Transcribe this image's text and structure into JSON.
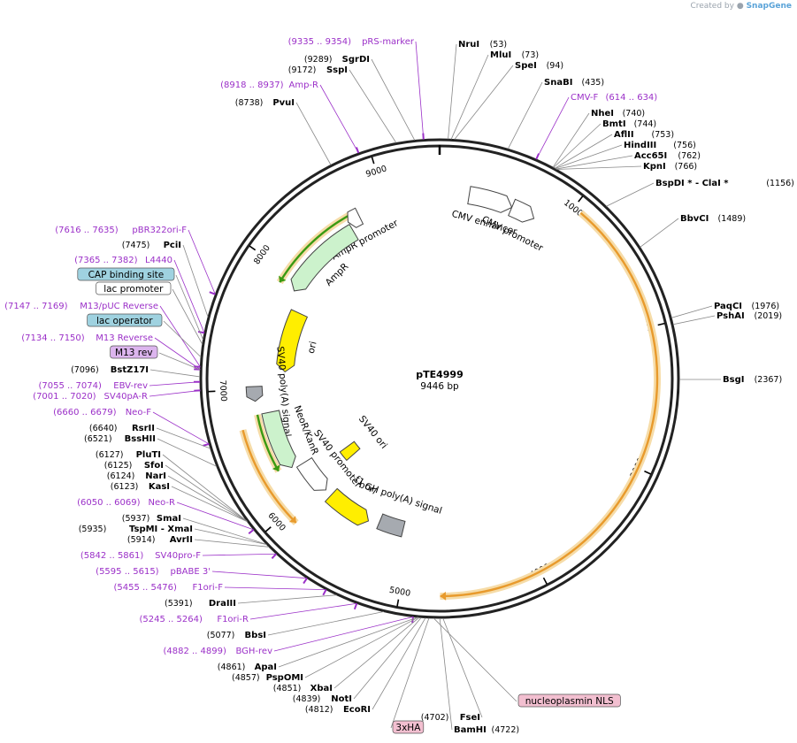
{
  "credit": {
    "prefix": "Created by",
    "brand": "SnapGene"
  },
  "plasmid": {
    "name": "pTE4999",
    "length_label": "9446 bp",
    "length": 9446
  },
  "scale_ticks": [
    {
      "value": 1000,
      "label": "1000"
    },
    {
      "value": 2000,
      "label": "2000"
    },
    {
      "value": 3000,
      "label": "3000"
    },
    {
      "value": 4000,
      "label": "4000"
    },
    {
      "value": 5000,
      "label": "5000"
    },
    {
      "value": 6000,
      "label": "6000"
    },
    {
      "value": 7000,
      "label": "7000"
    },
    {
      "value": 8000,
      "label": "8000"
    },
    {
      "value": 9000,
      "label": "9000"
    }
  ],
  "features": [
    {
      "name": "AmpR promoter",
      "label": "AmpR promoter",
      "kind": "promoter",
      "start": 8650,
      "end": 8755,
      "direction": -1,
      "color": "#ffffff"
    },
    {
      "name": "AmpR",
      "label": "AmpR",
      "kind": "cds",
      "start": 7900,
      "end": 8650,
      "direction": -1,
      "color": "#ccf2cc"
    },
    {
      "name": "ori",
      "label": "ori",
      "kind": "ori",
      "start": 7150,
      "end": 7740,
      "direction": -1,
      "color": "#ffee00"
    },
    {
      "name": "SV40 poly(A) signal",
      "label": "SV40 poly(A) signal",
      "kind": "polya",
      "start": 6900,
      "end": 7020,
      "direction": -1,
      "color": "#a6aab0"
    },
    {
      "name": "NeoR/KanR",
      "label": "NeoR/KanR",
      "kind": "cds",
      "start": 6270,
      "end": 6790,
      "direction": -1,
      "color": "#ccf2cc"
    },
    {
      "name": "SV40 promoter",
      "label": "SV40 promoter",
      "kind": "promoter",
      "start": 5920,
      "end": 6250,
      "direction": -1,
      "color": "#ffffff"
    },
    {
      "name": "SV40 ori",
      "label": "SV40 ori",
      "kind": "ori",
      "start": 6000,
      "end": 6130,
      "direction": 0,
      "color": "#ffee00"
    },
    {
      "name": "f1 ori",
      "label": "f1 ori",
      "kind": "ori",
      "start": 5420,
      "end": 5850,
      "direction": -1,
      "color": "#ffee00"
    },
    {
      "name": "bGH poly(A) signal",
      "label": "bGH poly(A) signal",
      "kind": "polya",
      "start": 5080,
      "end": 5320,
      "direction": 0,
      "color": "#a6aab0"
    },
    {
      "name": "CMV enhancer",
      "label": "CMV enhancer",
      "kind": "enhancer",
      "start": 240,
      "end": 600,
      "direction": 1,
      "color": "#ffffff"
    },
    {
      "name": "CMV promoter",
      "label": "CMV promoter",
      "kind": "promoter",
      "start": 600,
      "end": 800,
      "direction": 1,
      "color": "#ffffff"
    }
  ],
  "orfs": [
    {
      "name": "orf-main",
      "start": 1060,
      "end": 4720,
      "direction": 1,
      "color": "#e89a2c"
    },
    {
      "name": "orf-ampr",
      "start": 7900,
      "end": 8750,
      "direction": -1,
      "color": "#3a9a12"
    },
    {
      "name": "orf-neor",
      "start": 6300,
      "end": 6790,
      "direction": -1,
      "color": "#3a9a12"
    },
    {
      "name": "orf-neo-sv",
      "start": 5900,
      "end": 6700,
      "direction": -1,
      "color": "#e89a2c"
    }
  ],
  "left_labels": [
    {
      "kind": "primer",
      "pos": "(9335 .. 9354)",
      "name": "pRS-marker",
      "site": 9345
    },
    {
      "kind": "site",
      "pos": "(9289)",
      "name": "SgrDI",
      "site": 9289
    },
    {
      "kind": "site",
      "pos": "(9172)",
      "name": "SspI",
      "site": 9172
    },
    {
      "kind": "primer",
      "pos": "(8918 .. 8937)",
      "name": "Amp-R",
      "site": 8927
    },
    {
      "kind": "site",
      "pos": "(8738)",
      "name": "PvuI",
      "site": 8738
    },
    {
      "kind": "primer",
      "pos": "(7616 .. 7635)",
      "name": "pBR322ori-F",
      "site": 7625
    },
    {
      "kind": "site",
      "pos": "(7475)",
      "name": "PciI",
      "site": 7475
    },
    {
      "kind": "primer",
      "pos": "(7365 .. 7382)",
      "name": "L4440",
      "site": 7373
    },
    {
      "kind": "box",
      "name": "CAP binding site",
      "color": "#9fd2e0",
      "site": 7330
    },
    {
      "kind": "box",
      "name": "lac promoter",
      "color": "#ffffff",
      "site": 7300
    },
    {
      "kind": "primer",
      "pos": "(7147 .. 7169)",
      "name": "M13/pUC Reverse",
      "site": 7158
    },
    {
      "kind": "box",
      "name": "lac operator",
      "color": "#9fd2e0",
      "site": 7220
    },
    {
      "kind": "primer",
      "pos": "(7134 .. 7150)",
      "name": "M13 Reverse",
      "site": 7142
    },
    {
      "kind": "box",
      "name": "M13 rev",
      "color": "#dcb5ee",
      "site": 7140
    },
    {
      "kind": "site",
      "pos": "(7096)",
      "name": "BstZ17I",
      "site": 7096
    },
    {
      "kind": "primer",
      "pos": "(7055 .. 7074)",
      "name": "EBV-rev",
      "site": 7064
    },
    {
      "kind": "primer",
      "pos": "(7001 .. 7020)",
      "name": "SV40pA-R",
      "site": 7010
    },
    {
      "kind": "primer",
      "pos": "(6660 .. 6679)",
      "name": "Neo-F",
      "site": 6669
    },
    {
      "kind": "site",
      "pos": "(6640)",
      "name": "RsrII",
      "site": 6640
    },
    {
      "kind": "site",
      "pos": "(6521)",
      "name": "BssHII",
      "site": 6521
    },
    {
      "kind": "site",
      "pos": "(6127)",
      "name": "PluTI",
      "site": 6127
    },
    {
      "kind": "site",
      "pos": "(6125)",
      "name": "SfoI",
      "site": 6125
    },
    {
      "kind": "site",
      "pos": "(6124)",
      "name": "NarI",
      "site": 6124
    },
    {
      "kind": "site",
      "pos": "(6123)",
      "name": "KasI",
      "site": 6123
    },
    {
      "kind": "primer",
      "pos": "(6050 .. 6069)",
      "name": "Neo-R",
      "site": 6059
    },
    {
      "kind": "site",
      "pos": "(5937)",
      "name": "SmaI",
      "site": 5937
    },
    {
      "kind": "site",
      "pos": "(5935)",
      "name": "TspMI  - XmaI",
      "site": 5935
    },
    {
      "kind": "site",
      "pos": "(5914)",
      "name": "AvrII",
      "site": 5914
    },
    {
      "kind": "primer",
      "pos": "(5842 .. 5861)",
      "name": "SV40pro-F",
      "site": 5851
    },
    {
      "kind": "primer",
      "pos": "(5595 .. 5615)",
      "name": "pBABE 3'",
      "site": 5605
    },
    {
      "kind": "primer",
      "pos": "(5455 .. 5476)",
      "name": "F1ori-F",
      "site": 5465
    },
    {
      "kind": "site",
      "pos": "(5391)",
      "name": "DraIII",
      "site": 5391
    },
    {
      "kind": "primer",
      "pos": "(5245 .. 5264)",
      "name": "F1ori-R",
      "site": 5254
    },
    {
      "kind": "site",
      "pos": "(5077)",
      "name": "BbsI",
      "site": 5077
    },
    {
      "kind": "primer",
      "pos": "(4882 .. 4899)",
      "name": "BGH-rev",
      "site": 4890
    },
    {
      "kind": "site",
      "pos": "(4861)",
      "name": "ApaI",
      "site": 4861
    },
    {
      "kind": "site",
      "pos": "(4857)",
      "name": "PspOMI",
      "site": 4857
    },
    {
      "kind": "site",
      "pos": "(4851)",
      "name": "XbaI",
      "site": 4851
    },
    {
      "kind": "site",
      "pos": "(4839)",
      "name": "NotI",
      "site": 4839
    },
    {
      "kind": "site",
      "pos": "(4812)",
      "name": "EcoRI",
      "site": 4812
    }
  ],
  "right_labels": [
    {
      "kind": "site",
      "name": "NruI",
      "pos": "(53)",
      "site": 53
    },
    {
      "kind": "site",
      "name": "MluI",
      "pos": "(73)",
      "site": 73
    },
    {
      "kind": "site",
      "name": "SpeI",
      "pos": "(94)",
      "site": 94
    },
    {
      "kind": "site",
      "name": "SnaBI",
      "pos": "(435)",
      "site": 435
    },
    {
      "kind": "primer",
      "name": "CMV-F",
      "pos": "(614 .. 634)",
      "site": 624
    },
    {
      "kind": "site",
      "name": "NheI",
      "pos": "(740)",
      "site": 740
    },
    {
      "kind": "site",
      "name": "BmtI",
      "pos": "(744)",
      "site": 744
    },
    {
      "kind": "site",
      "name": "AflII",
      "pos": "(753)",
      "site": 753
    },
    {
      "kind": "site",
      "name": "HindIII",
      "pos": "(756)",
      "site": 756
    },
    {
      "kind": "site",
      "name": "Acc65I",
      "pos": "(762)",
      "site": 762
    },
    {
      "kind": "site",
      "name": "KpnI",
      "pos": "(766)",
      "site": 766
    },
    {
      "kind": "site",
      "name": "BspDI *  - ClaI *",
      "pos": "(1156)",
      "site": 1156
    },
    {
      "kind": "site",
      "name": "BbvCI",
      "pos": "(1489)",
      "site": 1489
    },
    {
      "kind": "site",
      "name": "PaqCI",
      "pos": "(1976)",
      "site": 1976
    },
    {
      "kind": "site",
      "name": "PshAI",
      "pos": "(2019)",
      "site": 2019
    },
    {
      "kind": "site",
      "name": "BsgI",
      "pos": "(2367)",
      "site": 2367
    }
  ],
  "bottom_labels": [
    {
      "kind": "box",
      "name": "nucleoplasmin NLS",
      "color": "#f2bfd0",
      "site": 4760
    },
    {
      "kind": "site",
      "name": "FseI",
      "pos": "(4702)",
      "site": 4702
    },
    {
      "kind": "site",
      "name": "BamHI",
      "pos": "(4722)",
      "site": 4722
    },
    {
      "kind": "box",
      "name": "3xHA",
      "color": "#f2bfd0",
      "site": 4790
    }
  ]
}
